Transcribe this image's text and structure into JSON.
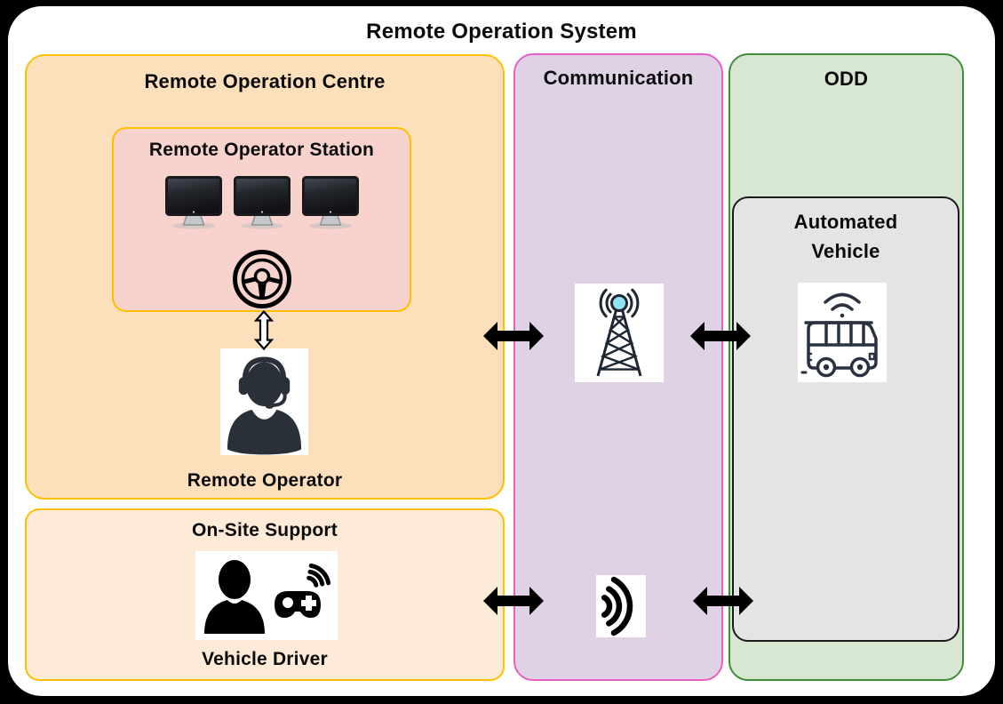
{
  "page_title": "Remote Operation System",
  "colors": {
    "canvas": "#ffffff",
    "frame": "#000000",
    "roc-fill": "#FCE0BC",
    "onsite-fill": "#FDEBD8",
    "station-fill": "#F8D2CC",
    "gold-border": "#FFC000",
    "comm-fill": "#DFD2E5",
    "comm-border": "#E95EC6",
    "odd-fill": "#D7E7D1",
    "odd-border": "#3F8C3A",
    "av-fill": "#E4E4E4",
    "av-border": "#1A1A1A",
    "icon-dark": "#2A3038",
    "tower-ball": "#8EE3F5",
    "arrow-black": "#000000",
    "text": "#0B0B0B"
  },
  "roc": {
    "title": "Remote Operation Centre",
    "station": {
      "title": "Remote Operator Station"
    },
    "operator_label": "Remote Operator"
  },
  "onsite": {
    "title": "On-Site Support",
    "driver_label": "Vehicle Driver"
  },
  "communication": {
    "title": "Communication"
  },
  "odd": {
    "title": "ODD",
    "av": {
      "title": "Automated Vehicle"
    }
  },
  "icons": {
    "monitor": "desktop-monitor x3",
    "steering_wheel": "steering-wheel-outline",
    "updown_arrow": "white-double-vertical-arrow",
    "operator": "person-with-headset",
    "driver": "person-with-gamepad-and-signal",
    "tower": "radio-mast-with-waves-and-cyan-beacon",
    "signal": "radio-waves",
    "bus": "connected-minibus-with-wifi",
    "link": "black-double-horizontal-arrow x4"
  }
}
